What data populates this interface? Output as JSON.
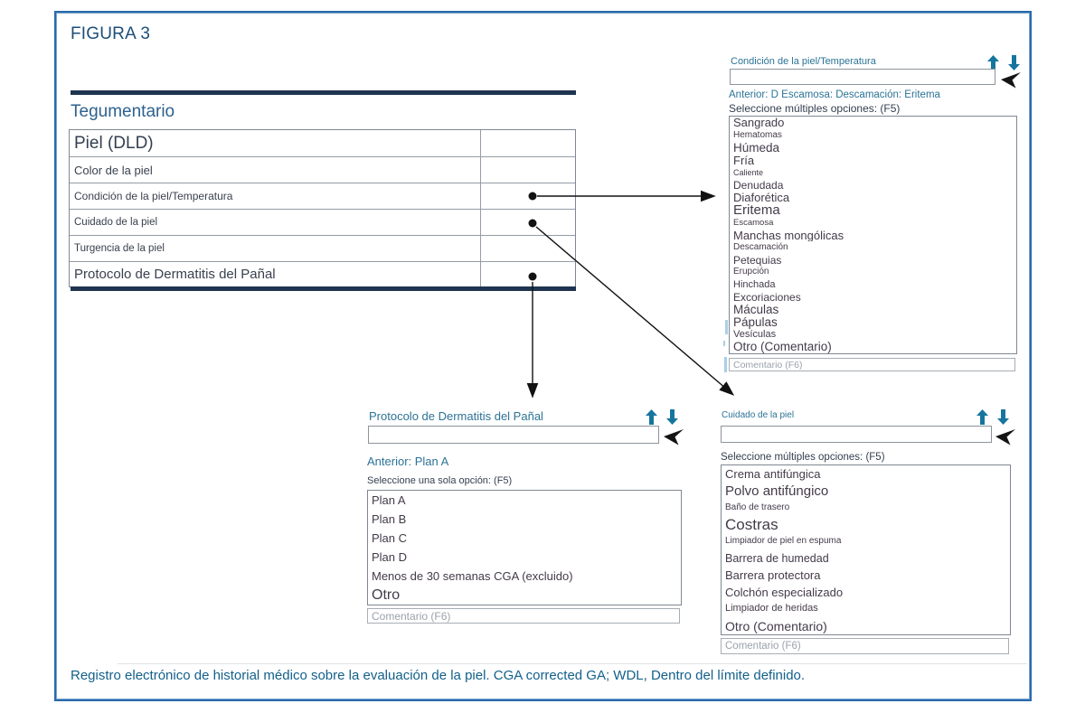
{
  "figure": {
    "title": "FIGURA 3",
    "caption": "Registro electrónico de historial médico sobre la evaluación de la piel. CGA corrected GA; WDL, Dentro del límite definido."
  },
  "table": {
    "section": "Tegumentario",
    "header": "Piel (DLD)",
    "rows": [
      "Color de la piel",
      "Condición de la piel/Temperatura",
      "Cuidado de la piel",
      "Turgencia de la piel",
      "Protocolo de Dermatitis del Pañal"
    ]
  },
  "panels": {
    "condicion": {
      "label": "Condición de la piel/Temperatura",
      "value": "",
      "previous": "Anterior: D Escamosa: Descamación: Eritema",
      "instruction": "Seleccione múltiples opciones: (F5)",
      "comment_placeholder": "Comentario (F6)",
      "options": [
        {
          "text": "Sangrado",
          "size": 13
        },
        {
          "text": "Hematomas",
          "size": 10
        },
        {
          "text": "Húmeda",
          "size": 13.5
        },
        {
          "text": "Fría",
          "size": 13
        },
        {
          "text": "Caliente",
          "size": 9
        },
        {
          "text": "Denudada",
          "size": 12
        },
        {
          "text": "Diaforética",
          "size": 13
        },
        {
          "text": "Eritema",
          "size": 15
        },
        {
          "text": "Escamosa",
          "size": 9.5
        },
        {
          "text": "Manchas mongólicas",
          "size": 13
        },
        {
          "text": "Descamación",
          "size": 10
        },
        {
          "text": "Petequias",
          "size": 12
        },
        {
          "text": "Erupción",
          "size": 10
        },
        {
          "text": "Hinchada",
          "size": 11
        },
        {
          "text": "Excoriaciones",
          "size": 12
        },
        {
          "text": "Máculas",
          "size": 13.5
        },
        {
          "text": "Pápulas",
          "size": 13.5
        },
        {
          "text": "Vesículas",
          "size": 11
        },
        {
          "text": "Otro (Comentario)",
          "size": 13.5
        }
      ]
    },
    "protocolo": {
      "label": "Protocolo de Dermatitis del Pañal",
      "value": "",
      "previous": "Anterior: Plan A",
      "instruction": "Seleccione una sola opción: (F5)",
      "comment_placeholder": "Comentario (F6)",
      "options": [
        {
          "text": "Plan A",
          "size": 13
        },
        {
          "text": "Plan B",
          "size": 13
        },
        {
          "text": "Plan C",
          "size": 13
        },
        {
          "text": "Plan D",
          "size": 13
        },
        {
          "text": "Menos de 30 semanas CGA (excluido)",
          "size": 13
        },
        {
          "text": "Otro",
          "size": 16
        }
      ]
    },
    "cuidado": {
      "label": "Cuidado de la piel",
      "value": "",
      "instruction": "Seleccione múltiples opciones: (F5)",
      "comment_placeholder": "Comentario (F6)",
      "options": [
        {
          "text": "Crema antifúngica",
          "size": 13
        },
        {
          "text": "Polvo antifúngico",
          "size": 15
        },
        {
          "text": "Baño de trasero",
          "size": 10
        },
        {
          "text": "Costras",
          "size": 17
        },
        {
          "text": "Limpiador de piel en espuma",
          "size": 10
        },
        {
          "text": "Barrera de humedad",
          "size": 12.5
        },
        {
          "text": "Barrera protectora",
          "size": 13
        },
        {
          "text": "Colchón especializado",
          "size": 13
        },
        {
          "text": "Limpiador de heridas",
          "size": 11
        },
        {
          "text": "Otro (Comentario)",
          "size": 14
        }
      ]
    }
  },
  "icons": {
    "move_up": "solid teal up arrow",
    "move_down": "solid teal down arrow",
    "prev_entry": "black left-pointing cursor arrow"
  },
  "colors": {
    "accent": "#2a6aab",
    "navy": "#1e3450",
    "title": "#1c4e79",
    "heading": "#2d618f",
    "teal": "#2b7396",
    "caption": "#13608a",
    "arrow": "#16759e",
    "opt": "#433a49",
    "mark": "#a9cfe6"
  }
}
